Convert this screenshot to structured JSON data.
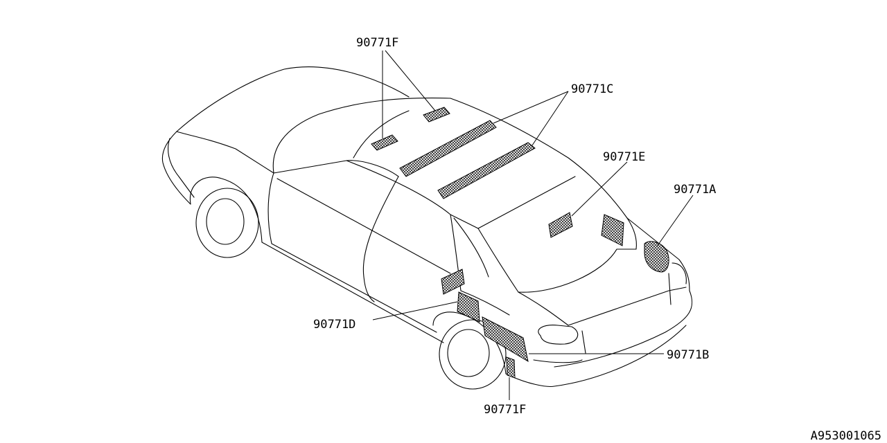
{
  "callouts": {
    "f_top": "90771F",
    "c": "90771C",
    "e": "90771E",
    "a": "90771A",
    "d": "90771D",
    "b": "90771B",
    "f_bottom": "90771F"
  },
  "diagram_code": "A953001065",
  "colors": {
    "line": "#000000",
    "background": "#ffffff"
  }
}
